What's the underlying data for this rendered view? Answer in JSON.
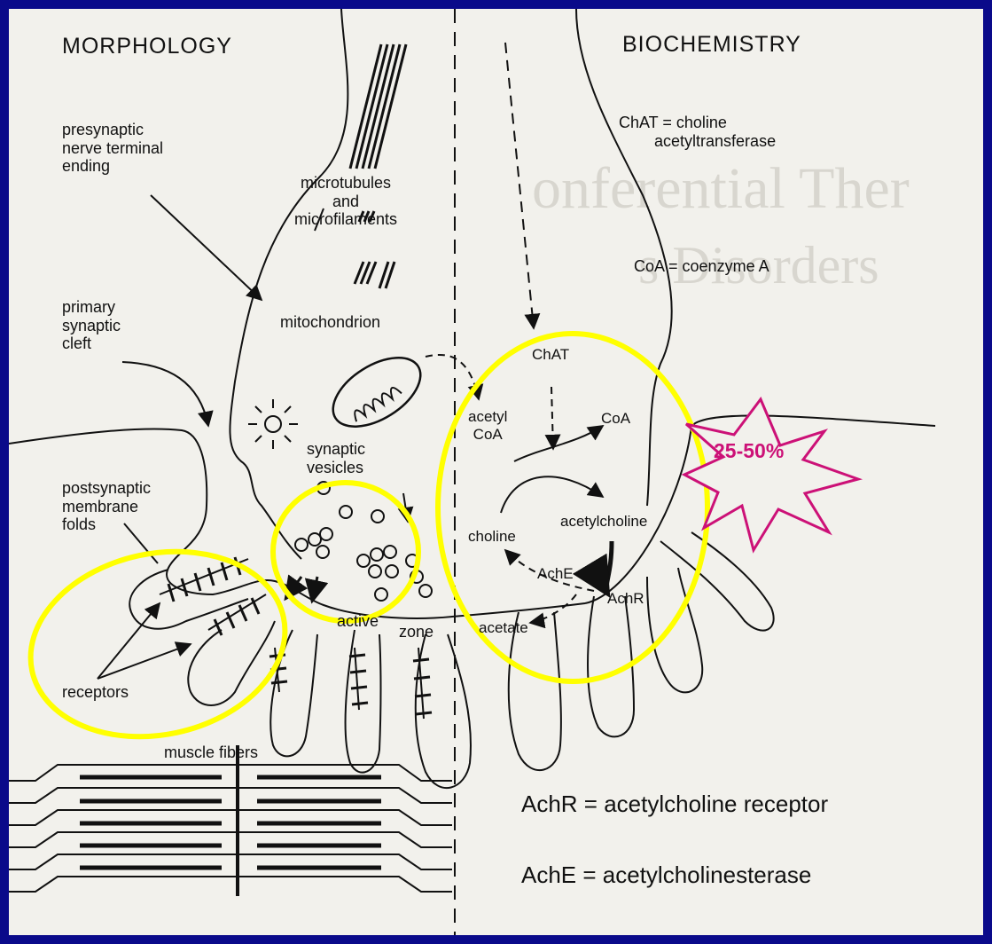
{
  "headers": {
    "morphology": "MORPHOLOGY",
    "biochemistry": "BIOCHEMISTRY"
  },
  "definitions": {
    "chat_def": "ChAT = choline\n        acetyltransferase",
    "coa_def": "CoA = coenzyme A",
    "achr_def": "AchR = acetylcholine receptor",
    "ache_def": "AchE = acetylcholinesterase"
  },
  "morphology_labels": {
    "presynaptic": "presynaptic\nnerve terminal\nending",
    "microtubules": "microtubules\nand\nmicrofilaments",
    "primary_cleft": "primary\nsynaptic\ncleft",
    "mitochondrion": "mitochondrion",
    "synaptic_vesicles": "synaptic\nvesicles",
    "postsynaptic": "postsynaptic\nmembrane\nfolds",
    "active_zone_1": "active",
    "active_zone_2": "zone",
    "receptors": "receptors",
    "muscle_fibers": "muscle fibers"
  },
  "pathway_labels": {
    "chat": "ChAT",
    "acetyl_coa": "acetyl\nCoA",
    "coa": "CoA",
    "acetylcholine": "acetylcholine",
    "choline": "choline",
    "ache": "AchE",
    "achr": "AchR",
    "acetate": "acetate"
  },
  "burst_text": "25-50%",
  "colors": {
    "frame": "#0a0a8a",
    "paper": "#f2f1ec",
    "ink": "#111111",
    "highlight_circle": "#ffff00",
    "burst": "#cc1177"
  }
}
